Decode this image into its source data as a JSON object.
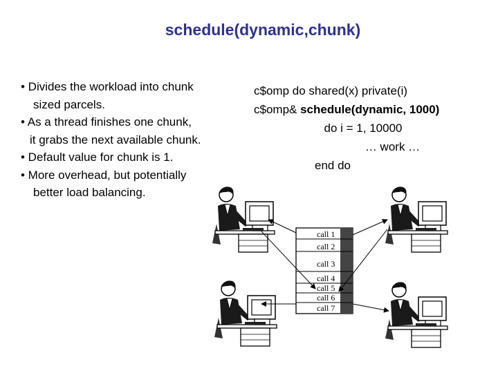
{
  "title": "schedule(dynamic,chunk)",
  "bullets": [
    {
      "text": "• Divides the workload into chunk",
      "cont": "sized parcels."
    },
    {
      "text": "• As a thread finishes one chunk,",
      "cont": "it grabs the next available chunk."
    },
    {
      "text": "• Default value for chunk is 1."
    },
    {
      "text": "• More overhead, but potentially",
      "cont": "better load balancing."
    }
  ],
  "code": {
    "line1": "c$omp do shared(x) private(i)",
    "line2_prefix": "c$omp& ",
    "line2_bold": "schedule(dynamic, 1000)",
    "line3": "do i = 1, 10000",
    "line4": "… work …",
    "line5": "end do"
  },
  "calls": [
    "call 1",
    "call 2",
    "call 3",
    "call 4",
    "call 5",
    "call 6",
    "call 7"
  ]
}
